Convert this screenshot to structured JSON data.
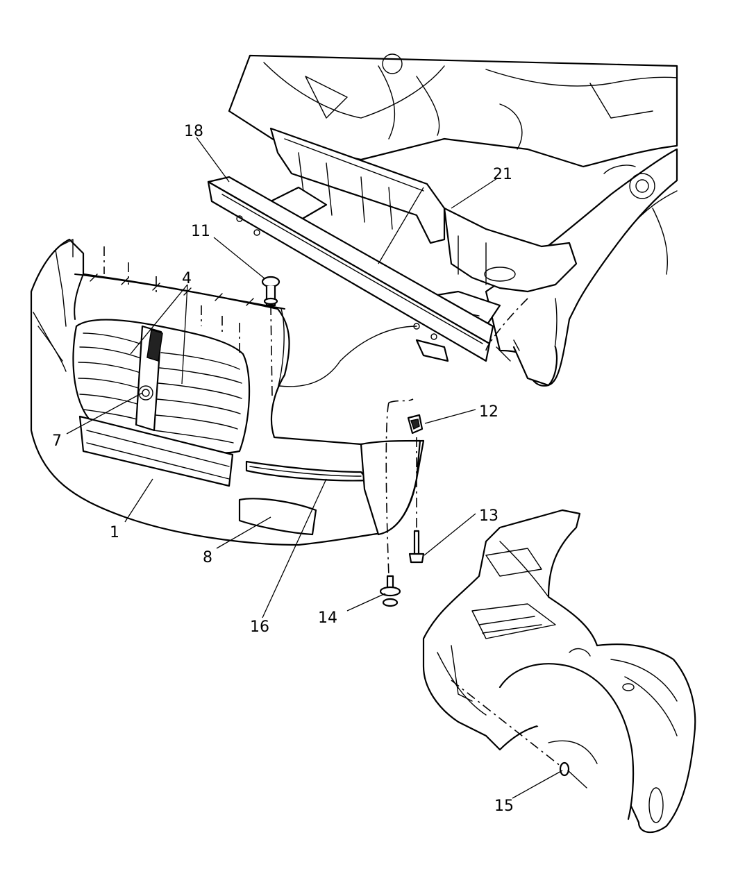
{
  "callouts": [
    {
      "id": "1",
      "label": "1"
    },
    {
      "id": "4",
      "label": "4"
    },
    {
      "id": "7",
      "label": "7"
    },
    {
      "id": "8",
      "label": "8"
    },
    {
      "id": "11",
      "label": "11"
    },
    {
      "id": "12",
      "label": "12"
    },
    {
      "id": "13",
      "label": "13"
    },
    {
      "id": "14",
      "label": "14"
    },
    {
      "id": "15",
      "label": "15"
    },
    {
      "id": "16",
      "label": "16"
    },
    {
      "id": "18",
      "label": "18"
    },
    {
      "id": "21",
      "label": "21"
    }
  ]
}
